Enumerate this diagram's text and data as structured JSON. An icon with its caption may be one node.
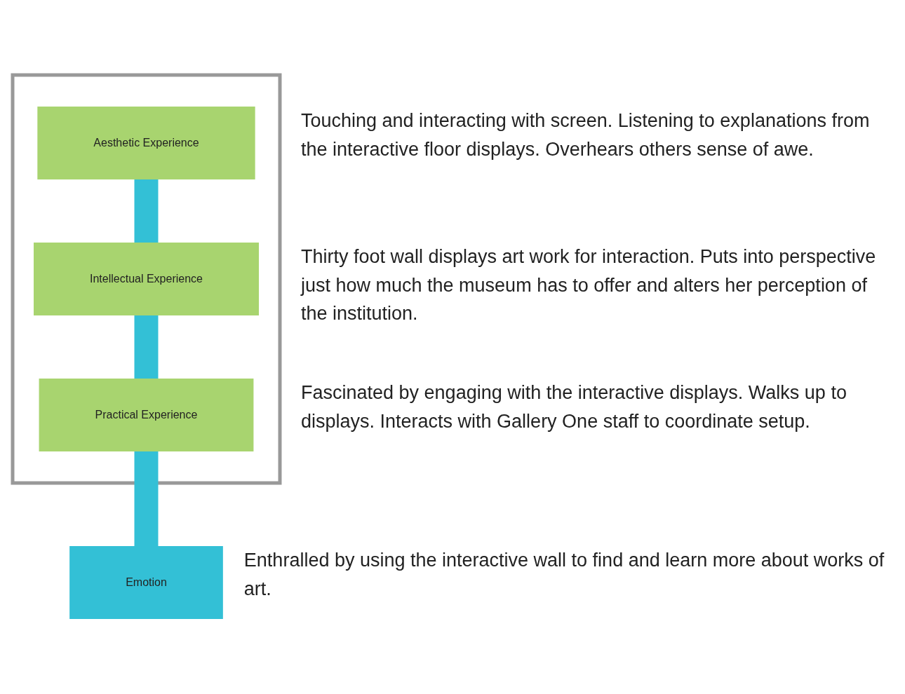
{
  "diagram": {
    "nodes": [
      {
        "text": [],
        "shape": "box"
      },
      {
        "text": [
          "Aesthetic Experience"
        ],
        "in": 0,
        "beside": [
          "Touching and interacting with screen. Listening to explanations from the interactive floor displays. Overhears others sense of awe."
        ]
      },
      {
        "text": [
          "Intellectual Experience"
        ],
        "in": 0,
        "beside": [
          "Thirty foot wall displays art work for interaction. Puts into perspective just how much the museum has to offer and alters her perception of the institution."
        ]
      },
      {
        "text": [
          "Practical Experience"
        ],
        "in": 0,
        "beside": [
          "Fascinated by engaging with the interactive displays. Walks up to displays. Interacts with Gallery One staff to coordinate setup."
        ]
      },
      {
        "text": [
          "Emotion"
        ],
        "beside": [
          "Enthralled by using the interactive wall to find and learn more about works of art."
        ]
      }
    ],
    "edges": [
      {
        "from": 1,
        "to": 2,
        "arrow": "none"
      },
      {
        "from": 2,
        "to": 3,
        "arrow": "none"
      },
      {
        "from": 3,
        "to": 4,
        "arrow": "none"
      }
    ]
  }
}
